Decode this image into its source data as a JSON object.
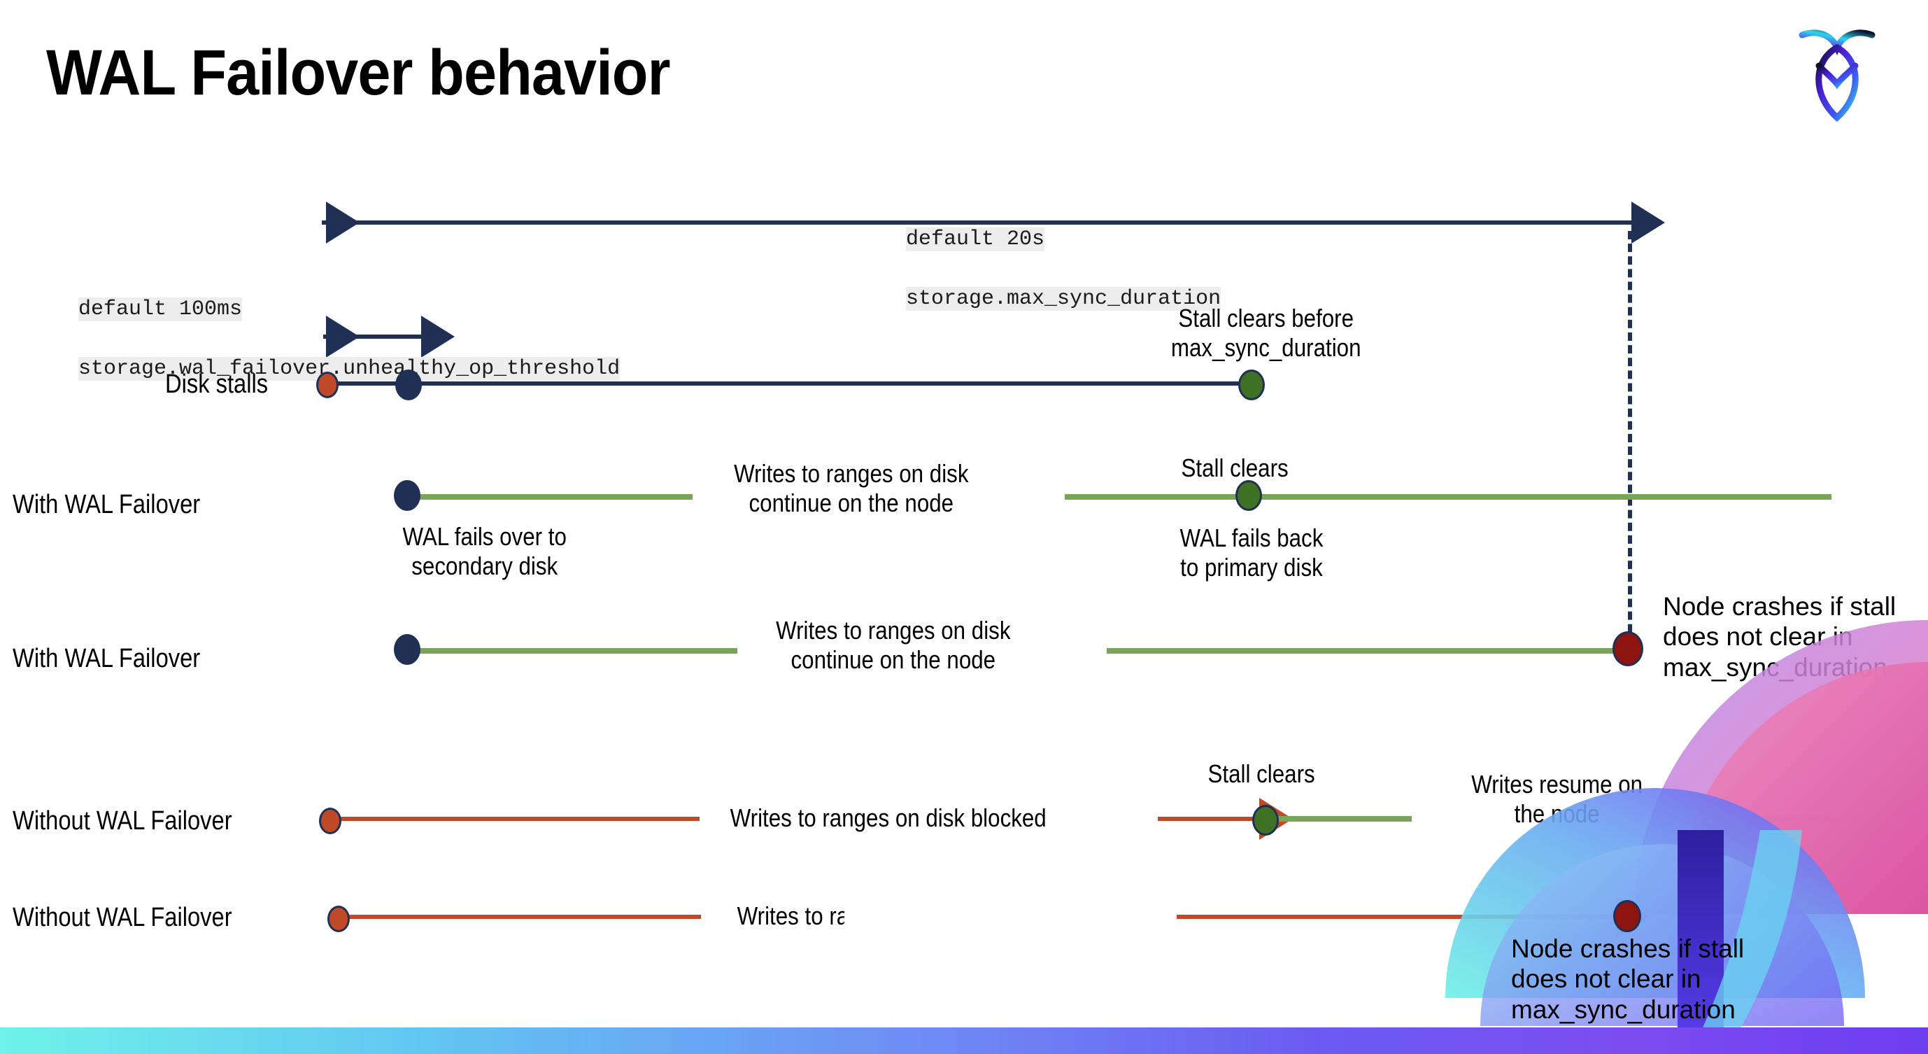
{
  "slide": {
    "title": "WAL Failover behavior",
    "logo_name": "cockroachdb-logo"
  },
  "annotations": {
    "max_sync": {
      "line1": "default 20s",
      "line2": "storage.max_sync_duration"
    },
    "unhealthy": {
      "line1": "default 100ms",
      "line2": "storage.wal_failover.unhealthy_op_threshold"
    }
  },
  "lanes": [
    {
      "id": "disk-stalls",
      "label": "Disk stalls"
    },
    {
      "id": "with-wal-failover-1",
      "label": "With WAL Failover"
    },
    {
      "id": "with-wal-failover-2",
      "label": "With WAL Failover"
    },
    {
      "id": "without-wal-failover-1",
      "label": "Without WAL Failover"
    },
    {
      "id": "without-wal-failover-2",
      "label": "Without WAL Failover"
    }
  ],
  "notes": {
    "stall_clears_before": "Stall clears before\nmax_sync_duration",
    "writes_continue_1": "Writes to ranges on disk\ncontinue on the node",
    "stall_clears_1": "Stall clears",
    "wal_fails_back": "WAL fails  back\nto primary disk",
    "wal_fails_over": "WAL fails over to\nsecondary disk",
    "writes_continue_2": "Writes to ranges on disk\ncontinue on the node",
    "node_crashes_1": "Node crashes if stall\ndoes not clear in\nmax_sync_duration",
    "writes_blocked_1": "Writes to ranges on disk  blocked",
    "stall_clears_2": "Stall clears",
    "writes_resume": "Writes resume on\nthe node",
    "writes_blocked_2": "Writes to ranges on disk  blocked",
    "node_crashes_2": "Node crashes if stall\ndoes not clear in\nmax_sync_duration"
  },
  "colors": {
    "navy": "#1f3054",
    "green_line": "#78a558",
    "green_dot": "#3f7124",
    "red_line": "#c0492a",
    "red_dot": "#c0492a",
    "dark_red_dot": "#8e1410",
    "code_bg": "#ededed"
  }
}
